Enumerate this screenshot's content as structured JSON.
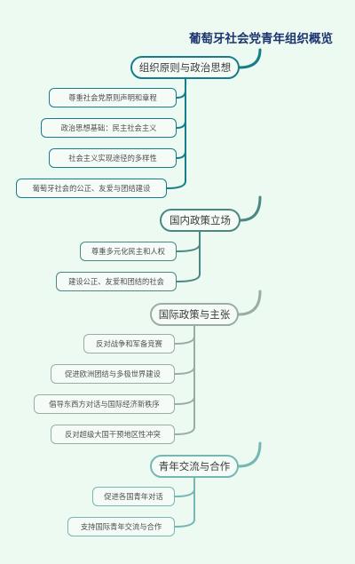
{
  "title": "葡萄牙社会党青年组织概览",
  "colors": {
    "background": "#ecfaf1",
    "title": "#1c3470",
    "branch1": "#167e8a",
    "branch2": "#4b8783",
    "branch3": "#9aada5",
    "branch4": "#76b7b3"
  },
  "branches": [
    {
      "label": "组织原则与政治思想",
      "children": [
        "尊重社会党原则声明和章程",
        "政治思想基础：民主社会主义",
        "社会主义实现途径的多样性",
        "葡萄牙社会的公正、友爱与团结建设"
      ]
    },
    {
      "label": "国内政策立场",
      "children": [
        "尊重多元化民主和人权",
        "建设公正、友爱和团结的社会"
      ]
    },
    {
      "label": "国际政策与主张",
      "children": [
        "反对战争和军备竞赛",
        "促进欧洲团结与多极世界建设",
        "倡导东西方对话与国际经济新秩序",
        "反对超级大国干预地区性冲突"
      ]
    },
    {
      "label": "青年交流与合作",
      "children": [
        "促进各国青年对话",
        "支持国际青年交流与合作"
      ]
    }
  ]
}
